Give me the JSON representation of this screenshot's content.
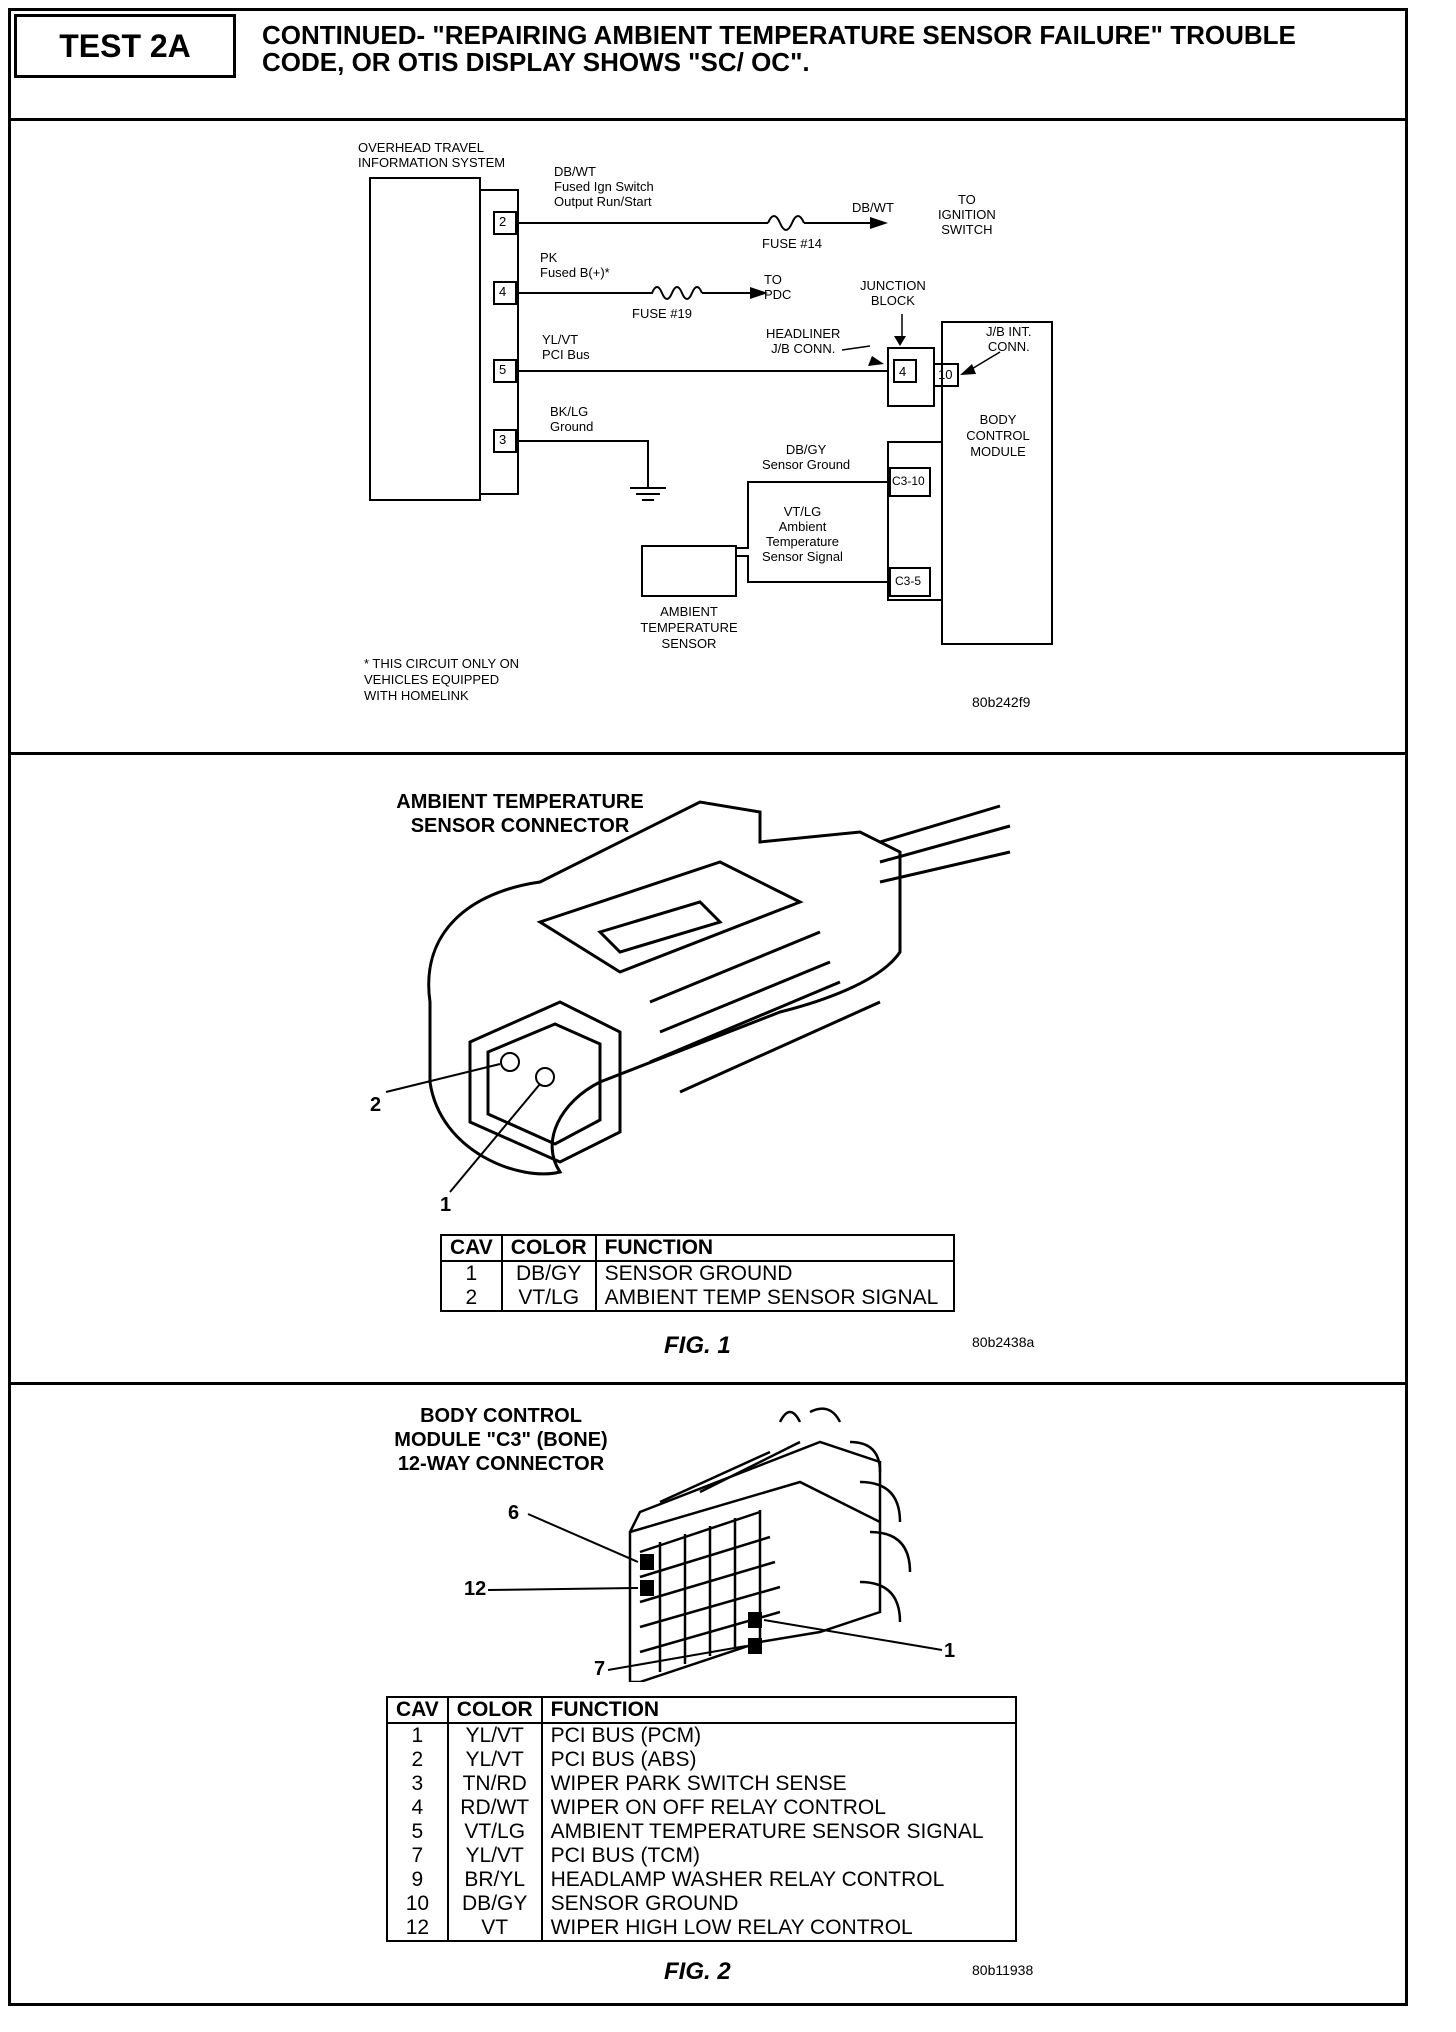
{
  "header": {
    "test_id": "TEST 2A",
    "title": "CONTINUED- \"REPAIRING AMBIENT TEMPERATURE SENSOR FAILURE\" TROUBLE CODE, OR OTIS DISPLAY SHOWS \"SC/ OC\"."
  },
  "wiring": {
    "otis_label": "OVERHEAD TRAVEL\nINFORMATION SYSTEM",
    "pins": [
      "2",
      "4",
      "5",
      "3"
    ],
    "w2": "DB/WT\nFused Ign Switch\nOutput Run/Start",
    "fuse14": "FUSE #14",
    "w2b": "DB/WT",
    "to_ign": "TO\nIGNITION\nSWITCH",
    "w4": "PK\nFused B(+)*",
    "fuse19": "FUSE #19",
    "to_pdc": "TO\nPDC",
    "junction": "JUNCTION\nBLOCK",
    "headliner": "HEADLINER\nJ/B CONN.",
    "w5": "YL/VT\nPCI Bus",
    "w3": "BK/LG\nGround",
    "jb_pin": "4",
    "jb_int_pin": "10",
    "jb_int": "J/B INT.\nCONN.",
    "bcm": "BODY\nCONTROL\nMODULE",
    "sg": "DB/GY\nSensor Ground",
    "sg_pin": "C3-10",
    "sig": "VT/LG\nAmbient\nTemperature\nSensor Signal",
    "sig_pin": "C3-5",
    "sensor": "AMBIENT\nTEMPERATURE\nSENSOR",
    "note": "* THIS CIRCUIT ONLY ON\nVEHICLES EQUIPPED\nWITH HOMELINK",
    "code": "80b242f9"
  },
  "fig1": {
    "title": "AMBIENT TEMPERATURE\nSENSOR CONNECTOR",
    "callouts": [
      "2",
      "1"
    ],
    "headers": [
      "CAV",
      "COLOR",
      "FUNCTION"
    ],
    "rows": [
      {
        "cav": "1",
        "color": "DB/GY",
        "fn": "SENSOR GROUND"
      },
      {
        "cav": "2",
        "color": "VT/LG",
        "fn": "AMBIENT TEMP SENSOR SIGNAL"
      }
    ],
    "caption": "FIG. 1",
    "code": "80b2438a"
  },
  "fig2": {
    "title": "BODY CONTROL\nMODULE \"C3\" (BONE)\n12-WAY CONNECTOR",
    "callouts": [
      "6",
      "12",
      "7",
      "1"
    ],
    "headers": [
      "CAV",
      "COLOR",
      "FUNCTION"
    ],
    "rows": [
      {
        "cav": "1",
        "color": "YL/VT",
        "fn": "PCI BUS (PCM)"
      },
      {
        "cav": "2",
        "color": "YL/VT",
        "fn": "PCI BUS (ABS)"
      },
      {
        "cav": "3",
        "color": "TN/RD",
        "fn": "WIPER PARK SWITCH SENSE"
      },
      {
        "cav": "4",
        "color": "RD/WT",
        "fn": "WIPER ON OFF RELAY CONTROL"
      },
      {
        "cav": "5",
        "color": "VT/LG",
        "fn": "AMBIENT TEMPERATURE SENSOR SIGNAL"
      },
      {
        "cav": "7",
        "color": "YL/VT",
        "fn": "PCI BUS (TCM)"
      },
      {
        "cav": "9",
        "color": "BR/YL",
        "fn": "HEADLAMP WASHER RELAY CONTROL"
      },
      {
        "cav": "10",
        "color": "DB/GY",
        "fn": "SENSOR GROUND"
      },
      {
        "cav": "12",
        "color": "VT",
        "fn": "WIPER HIGH LOW RELAY CONTROL"
      }
    ],
    "caption": "FIG. 2",
    "code": "80b11938"
  }
}
